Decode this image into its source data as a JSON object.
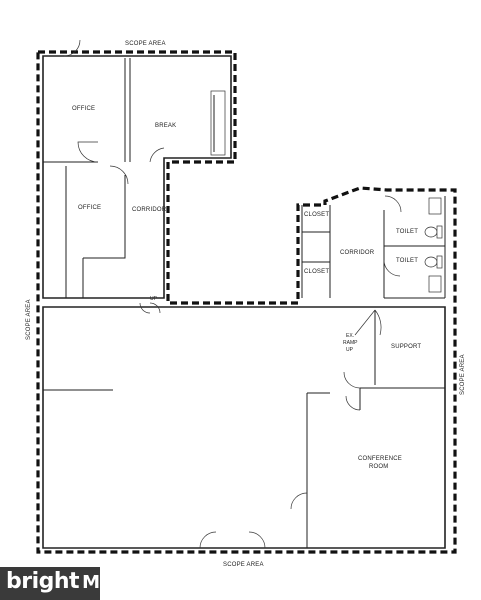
{
  "labels": {
    "scope_top": "SCOPE AREA",
    "scope_bottom": "SCOPE AREA",
    "scope_left": "SCOPE AREA",
    "scope_right": "SCOPE AREA",
    "office_1": "OFFICE",
    "office_2": "OFFICE",
    "break": "BREAK",
    "corridor_left": "CORRIDOR",
    "corridor_right": "CORRIDOR",
    "closet_1": "CLOSET",
    "closet_2": "CLOSET",
    "toilet_1": "TOILET",
    "toilet_2": "TOILET",
    "support": "SUPPORT",
    "conference_1": "CONFERENCE",
    "conference_2": "ROOM",
    "up": "UP",
    "ex_ramp_1": "EX.",
    "ex_ramp_2": "RAMP",
    "ex_ramp_3": "UP"
  },
  "watermark": {
    "brand": "bright",
    "suffix": "MLS"
  }
}
